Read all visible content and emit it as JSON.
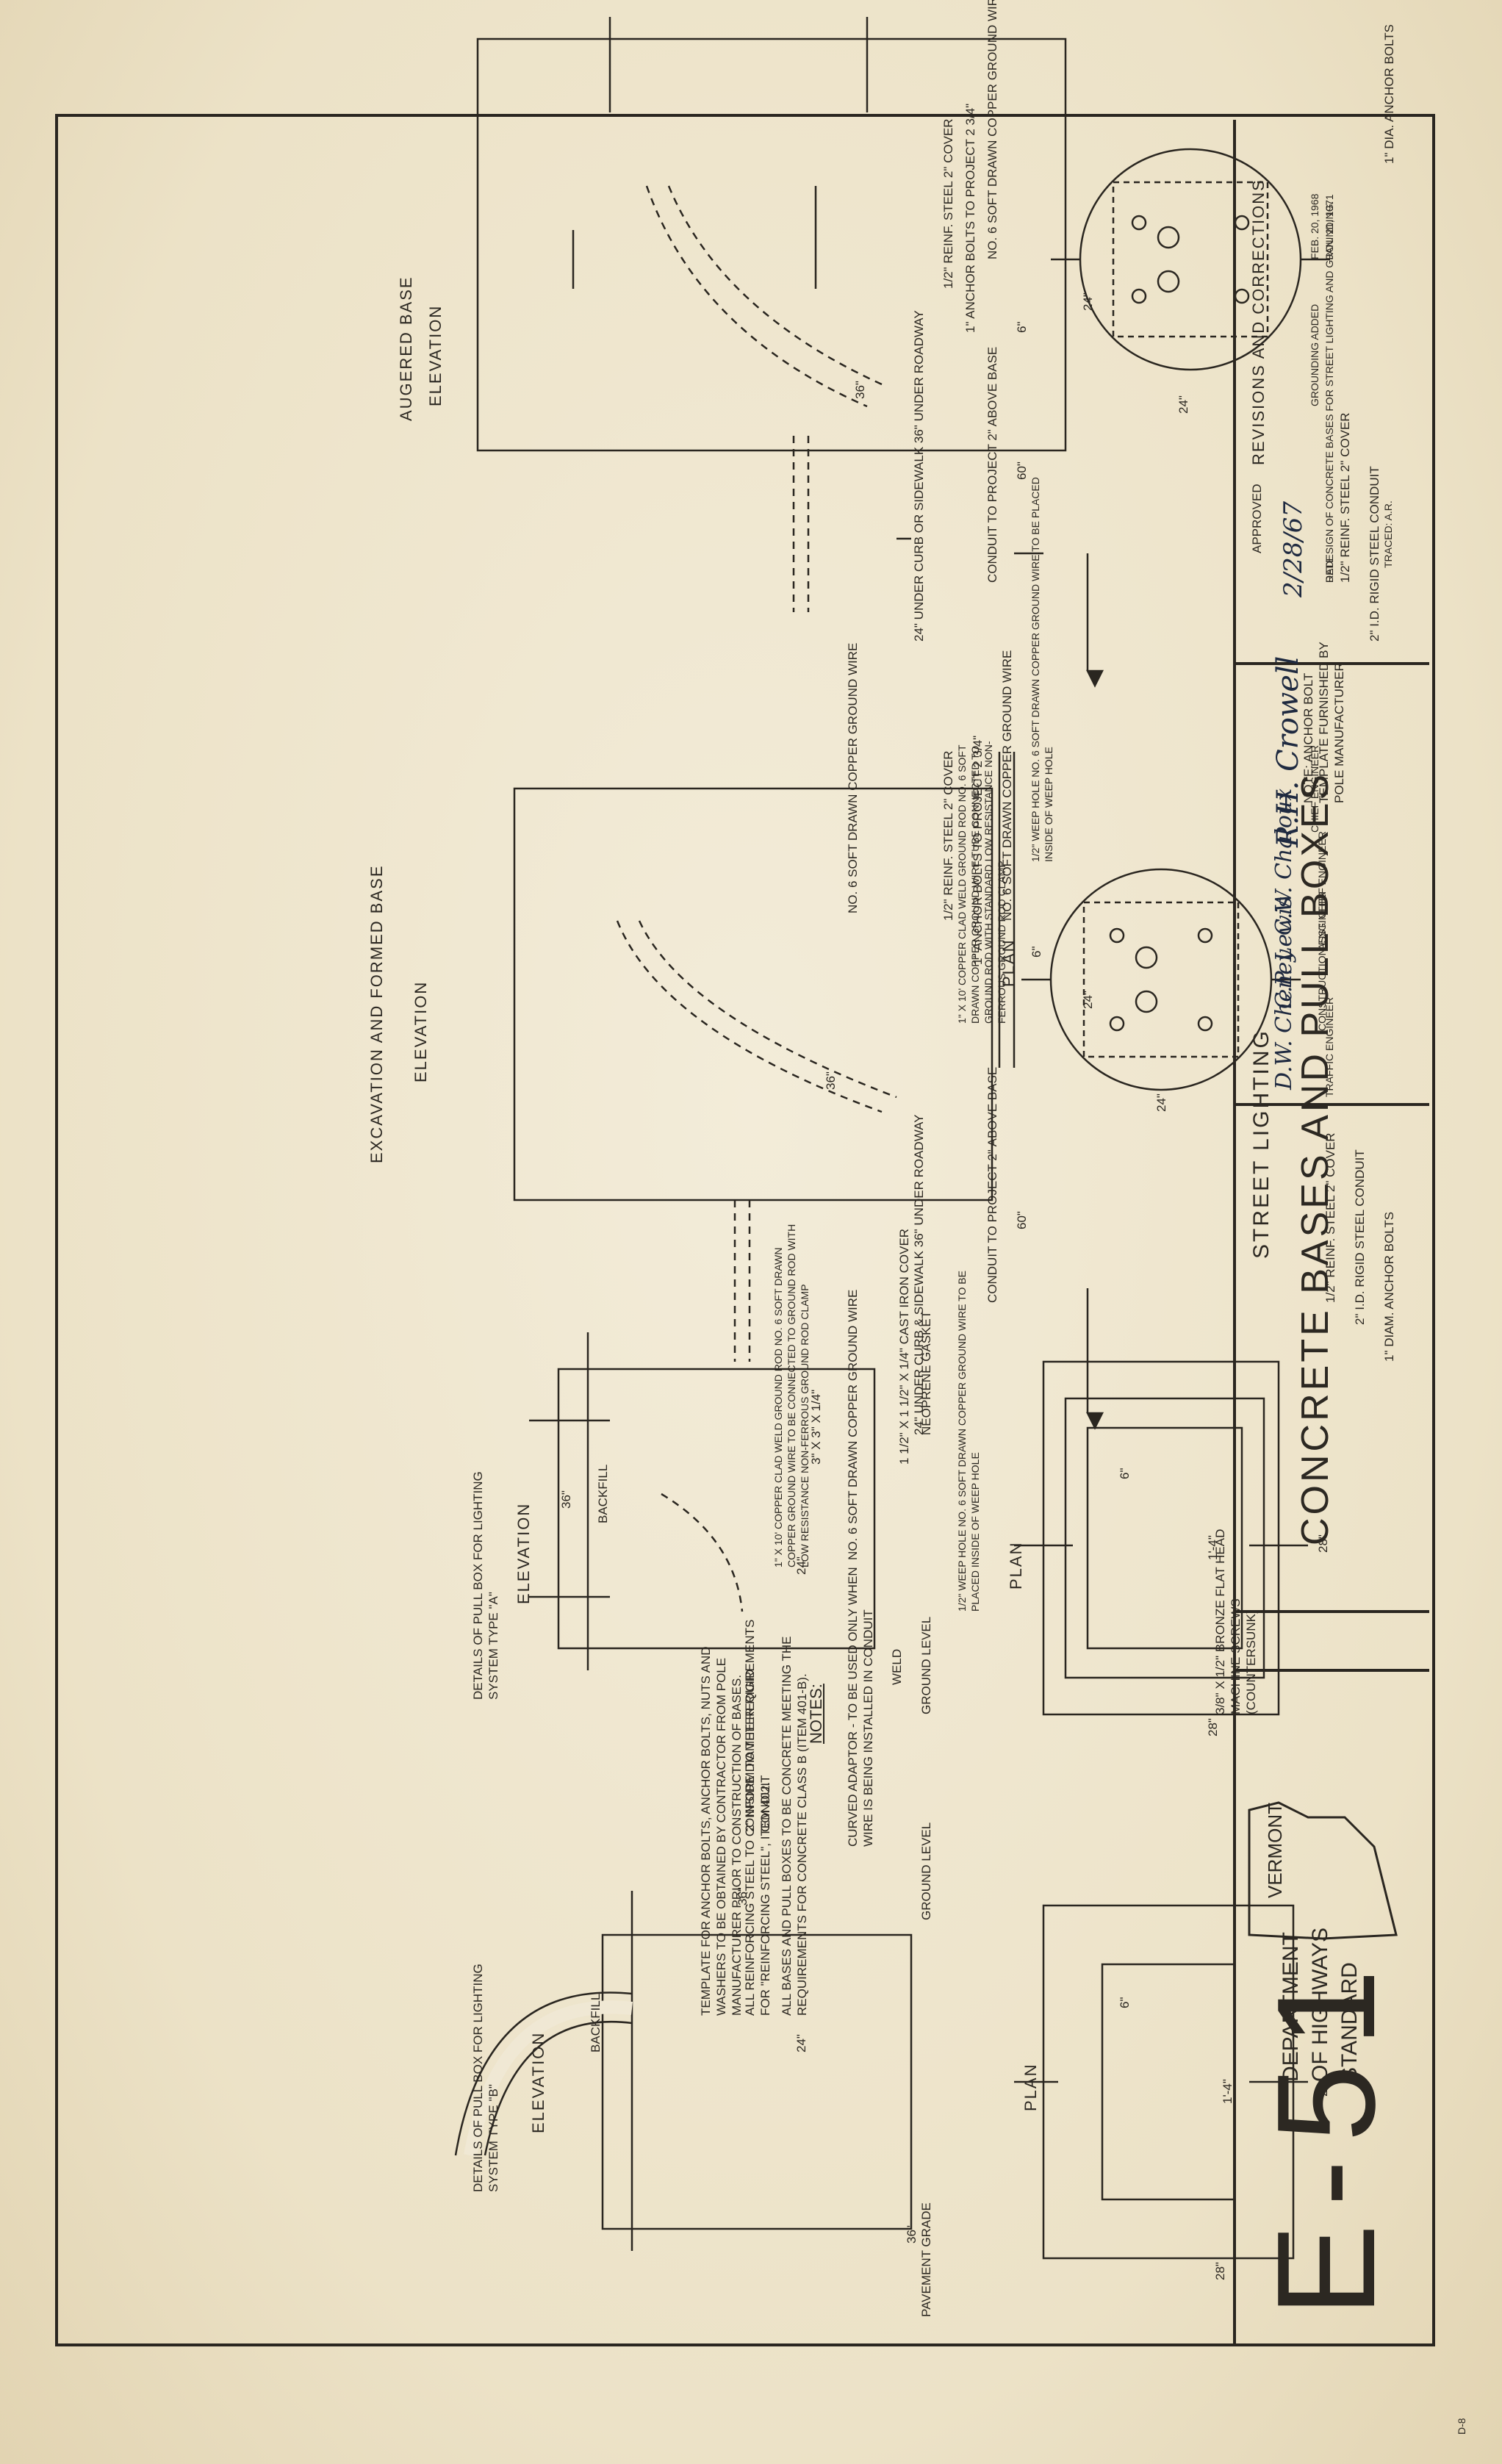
{
  "title_block": {
    "agency": "STREET LIGHTING",
    "title": "CONCRETE BASES AND PULL BOXES",
    "state_logo": "VERMONT",
    "dept_line1": "DEPARTMENT",
    "dept_line2": "OF HIGHWAYS",
    "dept_line3": "STANDARD",
    "sheet_no": "E-51",
    "revisions_title": "REVISIONS AND CORRECTIONS",
    "revisions": [
      {
        "date": "FEB. 20, 1968",
        "text": "GROUNDING ADDED"
      },
      {
        "date": "JAN. 21, 1971",
        "text": "REDESIGN OF CONCRETE BASES FOR STREET LIGHTING AND GROUNDING."
      }
    ],
    "approved_label": "APPROVED",
    "approved_date": "2/28/67",
    "date_label": "DATE",
    "signers": [
      {
        "role": "CHIEF ENGINEER",
        "signature": "R.H. Crowell"
      },
      {
        "role": "ASST. CHIEF ENGINEER",
        "signature": "C.W. Chaloux"
      },
      {
        "role": "CONSTRUCTION ENGINEER",
        "signature": "C.P. Lewis"
      },
      {
        "role": "TRAFFIC ENGINEER",
        "signature": "D.W. Cheney"
      }
    ],
    "traced": "TRACED: A.R."
  },
  "augered_base": {
    "plan_labels": [
      "1\" DIA. ANCHOR BOLTS",
      "2\" I.D. RIGID STEEL CONDUIT",
      "1/2\" REINF. STEEL 2\" COVER",
      "24\""
    ],
    "elevation_title": "ELEVATION",
    "base_title": "AUGERED BASE",
    "labels": [
      "NO. 6 SOFT DRAWN COPPER GROUND WIRE",
      "1\" ANCHOR BOLTS TO PROJECT 2 3/4\"",
      "1/2\" REINF. STEEL 2\" COVER",
      "CONDUIT TO PROJECT 2\" ABOVE BASE",
      "1/2\" WEEP HOLE NO. 6 SOFT DRAWN COPPER GROUND WIRE TO BE PLACED INSIDE OF WEEP HOLE",
      "24\" UNDER CURB OR SIDEWALK 36\" UNDER ROADWAY",
      "NO. 6 SOFT DRAWN COPPER GROUND WIRE",
      "1\" X 10' COPPER CLAD WELD GROUND ROD NO. 6 SOFT DRAWN COPPER GROUND WIRE TUBE CONNECTED TO GROUND ROD WITH STANDARD LOW RESISTANCE NON-FERROUS GROUND ROD CLAMP"
    ],
    "dims": [
      "60\"",
      "24\"",
      "36\"",
      "6\""
    ]
  },
  "formed_base": {
    "plan_title": "PLAN",
    "note": "NOTE: ANCHOR BOLT TEMPLATE FURNISHED BY POLE MANUFACTURER",
    "plan_labels": [
      "1\" DIAM. ANCHOR BOLTS",
      "2\" I.D. RIGID STEEL CONDUIT",
      "1/2\" REINF. STEEL 2\" COVER",
      "24\""
    ],
    "elevation_title": "ELEVATION",
    "base_title": "EXCAVATION AND FORMED BASE",
    "labels": [
      "NO. 6 SOFT DRAWN COPPER GROUND WIRE",
      "1\" ANCHOR BOLTS TO PROJECT 2 3/4\"",
      "1/2\" REINF. STEEL 2\" COVER",
      "CONDUIT TO PROJECT 2\" ABOVE BASE",
      "1/2\" WEEP HOLE NO. 6 SOFT DRAWN COPPER GROUND WIRE TO BE PLACED INSIDE OF WEEP HOLE",
      "24\" UNDER CURB & SIDEWALK 36\" UNDER ROADWAY",
      "NO. 6 SOFT DRAWN COPPER GROUND WIRE",
      "1\" X 10' COPPER CLAD WELD GROUND ROD NO. 6 SOFT DRAWN COPPER GROUND WIRE TO BE CONNECTED TO GROUND ROD WITH LOW RESISTANCE NON-FERROUS GROUND ROD CLAMP"
    ],
    "dims": [
      "60\"",
      "24\"",
      "36\"",
      "6\""
    ]
  },
  "pull_box_a": {
    "plan_title": "PLAN",
    "title": "DETAILS OF PULL BOX FOR LIGHTING SYSTEM TYPE \"A\"",
    "elevation_title": "ELEVATION",
    "labels": [
      "3/8\" X 1/2\" BRONZE FLAT HEAD MACHINE SCREWS (COUNTERSUNK)",
      "NEOPRENE GASKET",
      "1 1/2\" X 1 1/2\" X 1/4\" CAST IRON COVER",
      "3\" X 3\" X 1/4\"",
      "GROUND LEVEL",
      "WELD",
      "BACKFILL",
      "CURVED ADAPTOR - TO BE USED ONLY WHEN WIRE IS BEING INSTALLED IN CONDUIT",
      "2\" INSIDE DIAMETER RIGID CONDUIT"
    ],
    "dims": [
      "28\"",
      "28\"",
      "1'-4\"",
      "6\"",
      "36\"",
      "24\""
    ]
  },
  "pull_box_b": {
    "plan_title": "PLAN",
    "title": "DETAILS OF PULL BOX FOR LIGHTING SYSTEM TYPE \"B\"",
    "elevation_title": "ELEVATION",
    "labels": [
      "GROUND LEVEL",
      "BACKFILL",
      "PAVEMENT GRADE"
    ],
    "dims": [
      "28\"",
      "28\"",
      "1'-4\"",
      "6\"",
      "36\"",
      "24\"",
      "36\""
    ]
  },
  "notes": {
    "heading": "NOTES:",
    "items": [
      "ALL BASES AND PULL BOXES TO BE CONCRETE MEETING THE REQUIREMENTS FOR CONCRETE CLASS B (ITEM 401-B).",
      "ALL REINFORCING STEEL TO CONFORM TO THE REQUIREMENTS FOR \"REINFORCING STEEL\", ITEM 402.",
      "TEMPLATE FOR ANCHOR BOLTS, ANCHOR BOLTS, NUTS AND WASHERS TO BE OBTAINED BY CONTRACTOR FROM POLE MANUFACTURER PRIOR TO CONSTRUCTION OF BASES."
    ]
  },
  "margin_mark": "D-8"
}
